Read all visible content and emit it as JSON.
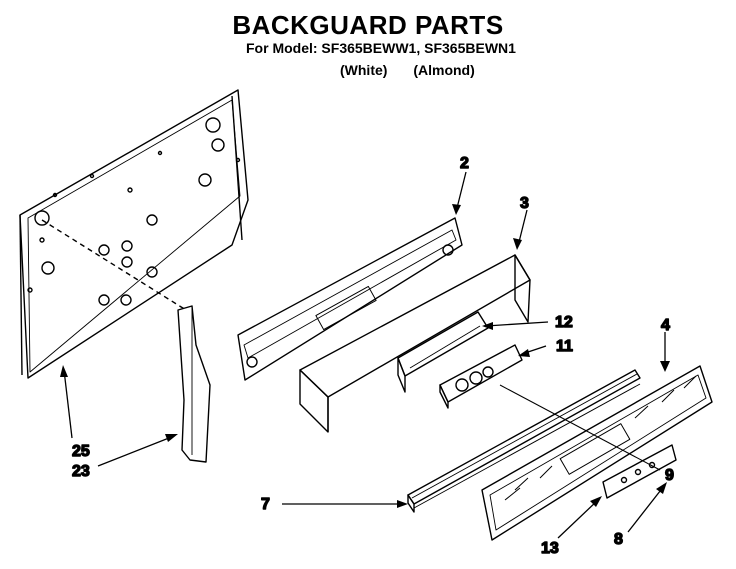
{
  "header": {
    "title": "BACKGUARD PARTS",
    "model_line": "For Model: SF365BEWW1, SF365BEWN1",
    "variants": [
      "(White)",
      "(Almond)"
    ]
  },
  "callouts": {
    "c2": "2",
    "c3": "3",
    "c4": "4",
    "c7": "7",
    "c8": "8",
    "c9": "9",
    "c11": "11",
    "c12": "12",
    "c13": "13",
    "c25": "25",
    "c23": "23"
  }
}
